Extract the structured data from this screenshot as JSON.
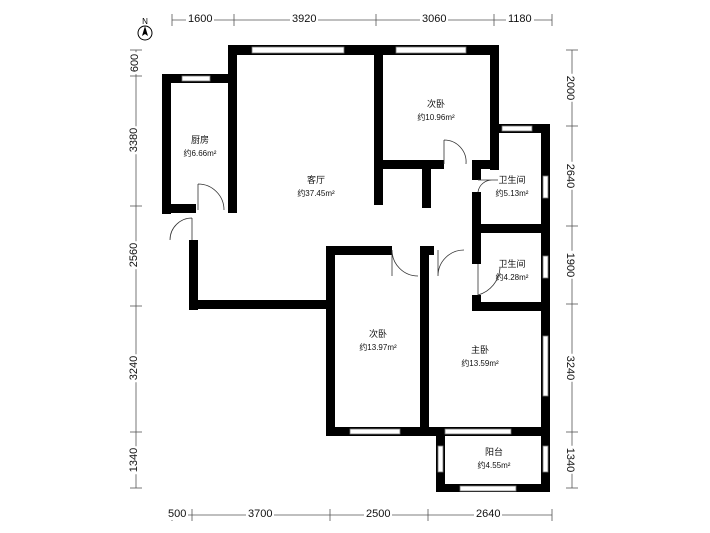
{
  "compass": {
    "label": "N",
    "icon": "north-arrow-icon"
  },
  "rooms": {
    "kitchen": {
      "name": "厨房",
      "area": "约6.66m²"
    },
    "living": {
      "name": "客厅",
      "area": "约37.45m²"
    },
    "bedroom_top": {
      "name": "次卧",
      "area": "约10.96m²"
    },
    "bath_top": {
      "name": "卫生间",
      "area": "约5.13m²"
    },
    "bath_mid": {
      "name": "卫生间",
      "area": "约4.28m²"
    },
    "bedroom_mid": {
      "name": "次卧",
      "area": "约13.97m²"
    },
    "master": {
      "name": "主卧",
      "area": "约13.59m²"
    },
    "balcony": {
      "name": "阳台",
      "area": "约4.55m²"
    }
  },
  "dimensions": {
    "top": [
      "1600",
      "3920",
      "3060",
      "1180"
    ],
    "bottom": [
      "500",
      "3700",
      "2500",
      "2640"
    ],
    "left": [
      "600",
      "3380",
      "2560",
      "3240",
      "1340"
    ],
    "right": [
      "2000",
      "2640",
      "1900",
      "3240",
      "1340"
    ]
  },
  "colors": {
    "wall": "#000000",
    "window": "#9a9a9a",
    "line": "#333333"
  }
}
